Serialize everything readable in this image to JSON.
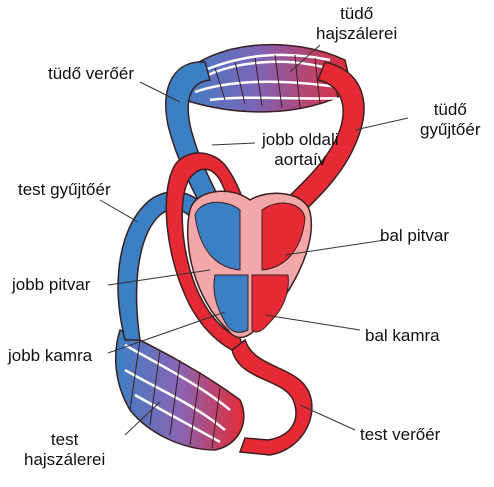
{
  "labels": {
    "pulmonary_capillaries": [
      "tüdő",
      "hajszálerei"
    ],
    "pulmonary_artery": "tüdő verőér",
    "pulmonary_vein": [
      "tüdő",
      "gyűjtőér"
    ],
    "right_aortic_arch": [
      "jobb oldali",
      "aortaív"
    ],
    "systemic_vein": "test gyűjtőér",
    "left_atrium": "bal pitvar",
    "right_atrium": "jobb pitvar",
    "left_ventricle": "bal kamra",
    "right_ventricle": "jobb kamra",
    "systemic_artery": "test verőér",
    "systemic_capillaries": [
      "test",
      "hajszálerei"
    ]
  },
  "colors": {
    "oxygenated": "#e52a35",
    "deoxygenated": "#3b7fc4",
    "outline": "#3a1f1f",
    "heart_tissue": "#f4a7a9"
  }
}
